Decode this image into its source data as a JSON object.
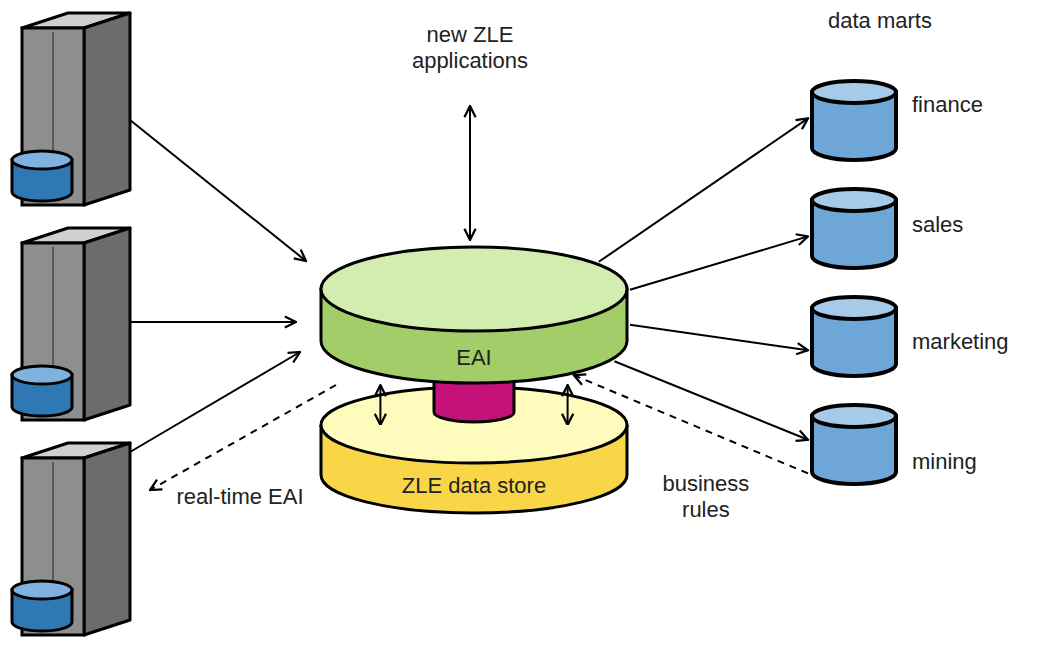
{
  "diagram": {
    "nodes": [
      {
        "text": [
          "EAI"
        ]
      },
      {
        "text": [
          "ZLE data store"
        ]
      },
      {
        "text": [
          "finance"
        ]
      },
      {
        "text": [
          "sales"
        ]
      },
      {
        "text": [
          "marketing"
        ]
      },
      {
        "text": [
          "mining"
        ]
      }
    ],
    "edges": [
      {
        "from": 0,
        "to": 2,
        "arrow": "to"
      },
      {
        "from": 0,
        "to": 3,
        "arrow": "to"
      },
      {
        "from": 0,
        "to": 4,
        "arrow": "to"
      },
      {
        "from": 0,
        "to": 5,
        "arrow": "to"
      },
      {
        "from": 5,
        "to": 0,
        "label": "business rules",
        "arrow": "to"
      },
      {
        "from": 0,
        "to": 1,
        "arrow": "both"
      },
      {
        "from": 0,
        "to": 1,
        "arrow": "both"
      }
    ],
    "labels": [
      "new ZLE applications",
      "data marts",
      "real-time EAI"
    ]
  }
}
